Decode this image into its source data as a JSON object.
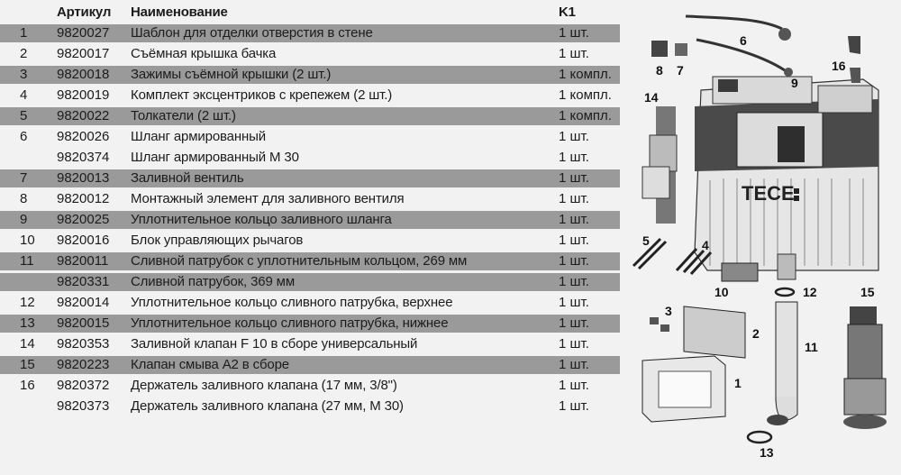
{
  "header": {
    "article": "Артикул",
    "name": "Наименование",
    "k1": "K1"
  },
  "rows": [
    {
      "num": "1",
      "article": "9820027",
      "name": "Шаблон для отделки отверстия в стене",
      "k1": "1 шт.",
      "shaded": true
    },
    {
      "num": "2",
      "article": "9820017",
      "name": "Съёмная крышка бачка",
      "k1": "1 шт.",
      "shaded": false
    },
    {
      "num": "3",
      "article": "9820018",
      "name": "Зажимы съёмной крышки (2 шт.)",
      "k1": "1 компл.",
      "shaded": true
    },
    {
      "num": "4",
      "article": "9820019",
      "name": "Комплект эксцентриков с крепежем (2 шт.)",
      "k1": "1 компл.",
      "shaded": false
    },
    {
      "num": "5",
      "article": "9820022",
      "name": "Толкатели (2 шт.)",
      "k1": "1 компл.",
      "shaded": true
    },
    {
      "num": "6",
      "article": "9820026",
      "name": "Шланг армированный",
      "k1": "1 шт.",
      "shaded": false
    },
    {
      "num": "",
      "article": "9820374",
      "name": "Шланг армированный M 30",
      "k1": "1 шт.",
      "shaded": false
    },
    {
      "num": "7",
      "article": "9820013",
      "name": "Заливной вентиль",
      "k1": "1 шт.",
      "shaded": true
    },
    {
      "num": "8",
      "article": "9820012",
      "name": "Монтажный элемент для заливного вентиля",
      "k1": "1 шт.",
      "shaded": false
    },
    {
      "num": "9",
      "article": "9820025",
      "name": "Уплотнительное кольцо заливного шланга",
      "k1": "1 шт.",
      "shaded": true
    },
    {
      "num": "10",
      "article": "9820016",
      "name": "Блок управляющих рычагов",
      "k1": "1 шт.",
      "shaded": false
    },
    {
      "num": "11",
      "article": "9820011",
      "name": "Сливной патрубок с уплотнительным кольцом, 269 мм",
      "k1": "1 шт.",
      "shaded": true
    },
    {
      "num": "",
      "article": "9820331",
      "name": "Сливной патрубок, 369 мм",
      "k1": "1 шт.",
      "shaded": true
    },
    {
      "num": "12",
      "article": "9820014",
      "name": "Уплотнительное кольцо сливного патрубка, верхнее",
      "k1": "1 шт.",
      "shaded": false
    },
    {
      "num": "13",
      "article": "9820015",
      "name": "Уплотнительное кольцо сливного патрубка, нижнее",
      "k1": "1 шт.",
      "shaded": true
    },
    {
      "num": "14",
      "article": "9820353",
      "name": "Заливной клапан F 10 в сборе универсальный",
      "k1": "1 шт.",
      "shaded": false
    },
    {
      "num": "15",
      "article": "9820223",
      "name": "Клапан смыва A2 в сборе",
      "k1": "1 шт.",
      "shaded": true
    },
    {
      "num": "16",
      "article": "9820372",
      "name": "Держатель заливного клапана (17 мм, 3/8\")",
      "k1": "1 шт.",
      "shaded": false
    },
    {
      "num": "",
      "article": "9820373",
      "name": "Держатель заливного клапана (27 мм, M 30)",
      "k1": "1 шт.",
      "shaded": false
    }
  ],
  "diagram": {
    "brand": "TECE",
    "labels": [
      "1",
      "2",
      "3",
      "4",
      "5",
      "6",
      "7",
      "8",
      "9",
      "10",
      "11",
      "12",
      "13",
      "14",
      "15",
      "16"
    ]
  }
}
